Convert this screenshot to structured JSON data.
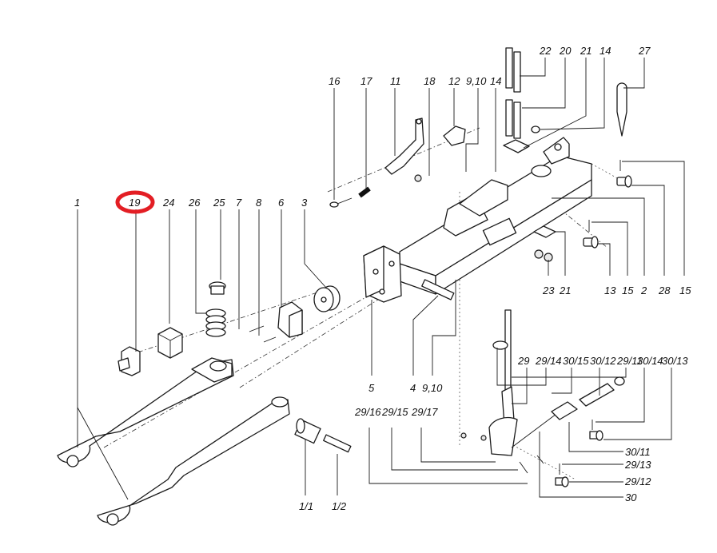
{
  "diagram": {
    "highlight_color": "#e31e24",
    "highlighted_label": "19",
    "labels": {
      "l1": "1",
      "l19": "19",
      "l24": "24",
      "l26": "26",
      "l25": "25",
      "l7": "7",
      "l8": "8",
      "l6": "6",
      "l3": "3",
      "l16": "16",
      "l17": "17",
      "l11": "11",
      "l18": "18",
      "l12": "12",
      "l9_10_top": "9,10",
      "l14a": "14",
      "l22": "22",
      "l20": "20",
      "l21_top": "21",
      "l14b": "14",
      "l27": "27",
      "l23": "23",
      "l21_mid": "21",
      "l13": "13",
      "l15a": "15",
      "l2": "2",
      "l28": "28",
      "l15b": "15",
      "l5": "5",
      "l4": "4",
      "l9_10_mid": "9,10",
      "l29": "29",
      "l29_14": "29/14",
      "l30_15": "30/15",
      "l30_12": "30/12",
      "l29_11": "29/11",
      "l30_14": "30/14",
      "l30_13": "30/13",
      "l29_16": "29/16",
      "l29_15": "29/15",
      "l29_17": "29/17",
      "l30_11": "30/11",
      "l29_13": "29/13",
      "l29_12": "29/12",
      "l30": "30",
      "l111": "1/1",
      "l112": "1/2"
    }
  }
}
